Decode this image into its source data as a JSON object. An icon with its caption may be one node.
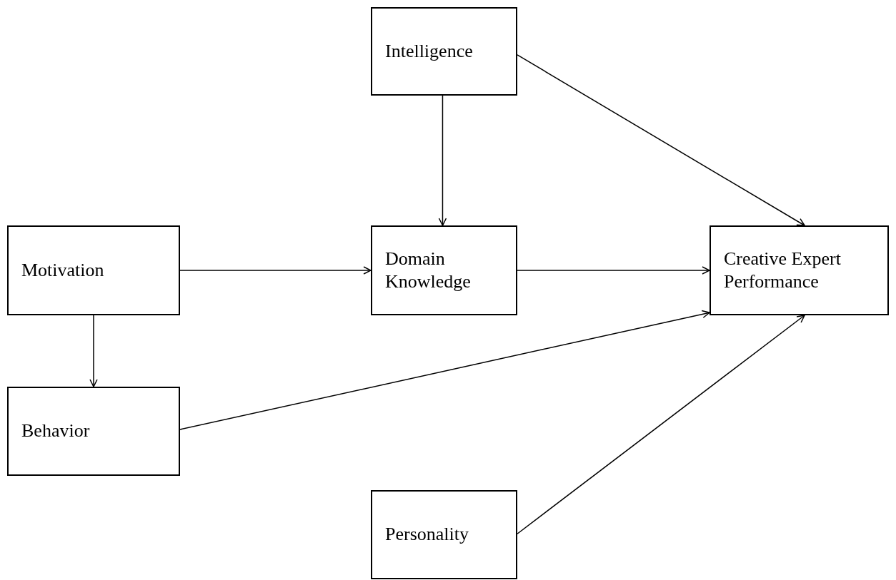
{
  "diagram": {
    "nodes": [
      {
        "text": [
          "Intelligence"
        ]
      },
      {
        "text": [
          "Motivation"
        ]
      },
      {
        "text": [
          "Domain Knowledge"
        ]
      },
      {
        "text": [
          "Creative Expert Performance"
        ]
      },
      {
        "text": [
          "Behavior"
        ]
      },
      {
        "text": [
          "Personality"
        ]
      }
    ],
    "edges": [
      {
        "from": 0,
        "to": 2,
        "arrow": "to"
      },
      {
        "from": 0,
        "to": 3,
        "arrow": "to"
      },
      {
        "from": 1,
        "to": 2,
        "arrow": "to"
      },
      {
        "from": 2,
        "to": 3,
        "arrow": "to"
      },
      {
        "from": 1,
        "to": 4,
        "arrow": "to"
      },
      {
        "from": 4,
        "to": 3,
        "arrow": "to"
      },
      {
        "from": 5,
        "to": 3,
        "arrow": "to"
      }
    ]
  }
}
